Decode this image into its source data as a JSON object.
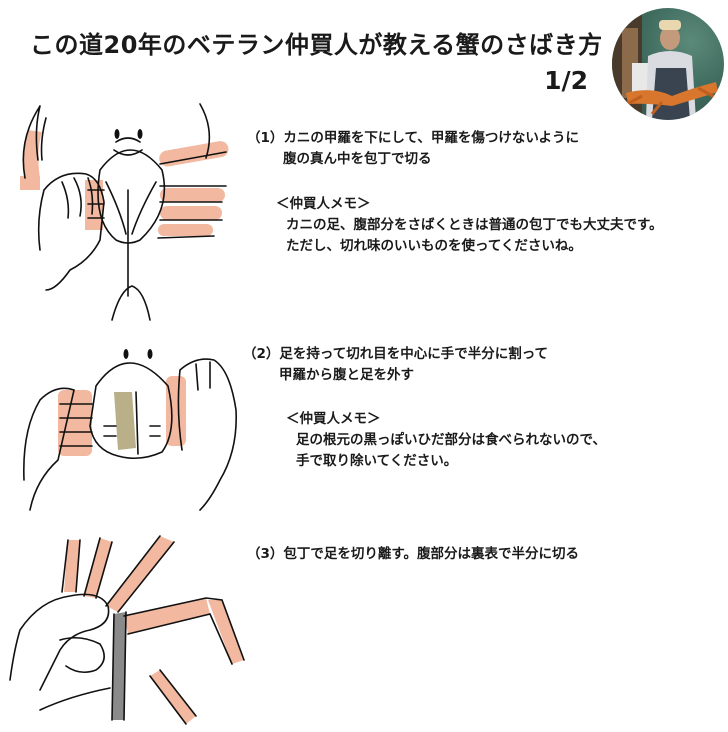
{
  "header": {
    "title": "この道20年のベテラン仲買人が教える蟹のさばき方",
    "page_indicator": "1/2",
    "avatar": "photo-icon"
  },
  "steps": [
    {
      "number": "（1）",
      "lines": [
        "カニの甲羅を下にして、甲羅を傷つけないように",
        "腹の真ん中を包丁で切る"
      ],
      "memo_heading": "＜仲買人メモ＞",
      "memo_lines": [
        "カニの足、腹部分をさばくときは普通の包丁でも大丈夫です。",
        "ただし、切れ味のいいものを使ってくださいね。"
      ],
      "illustration": "crab-belly-cut-illustration"
    },
    {
      "number": "（2）",
      "lines": [
        "足を持って切れ目を中心に手で半分に割って",
        "甲羅から腹と足を外す"
      ],
      "memo_heading": "＜仲買人メモ＞",
      "memo_lines": [
        "足の根元の黒っぽいひだ部分は食べられないので、",
        "手で取り除いてください。"
      ],
      "illustration": "crab-split-illustration"
    },
    {
      "number": "（3）",
      "lines": [
        "包丁で足を切り離す。腹部分は裏表で半分に切る"
      ],
      "illustration": "crab-leg-cut-illustration"
    }
  ],
  "colors": {
    "crab_shell": "#f2b9a0",
    "ink": "#111111",
    "knife": "#8a8a8a",
    "crab_meat": "#b9b08a"
  }
}
